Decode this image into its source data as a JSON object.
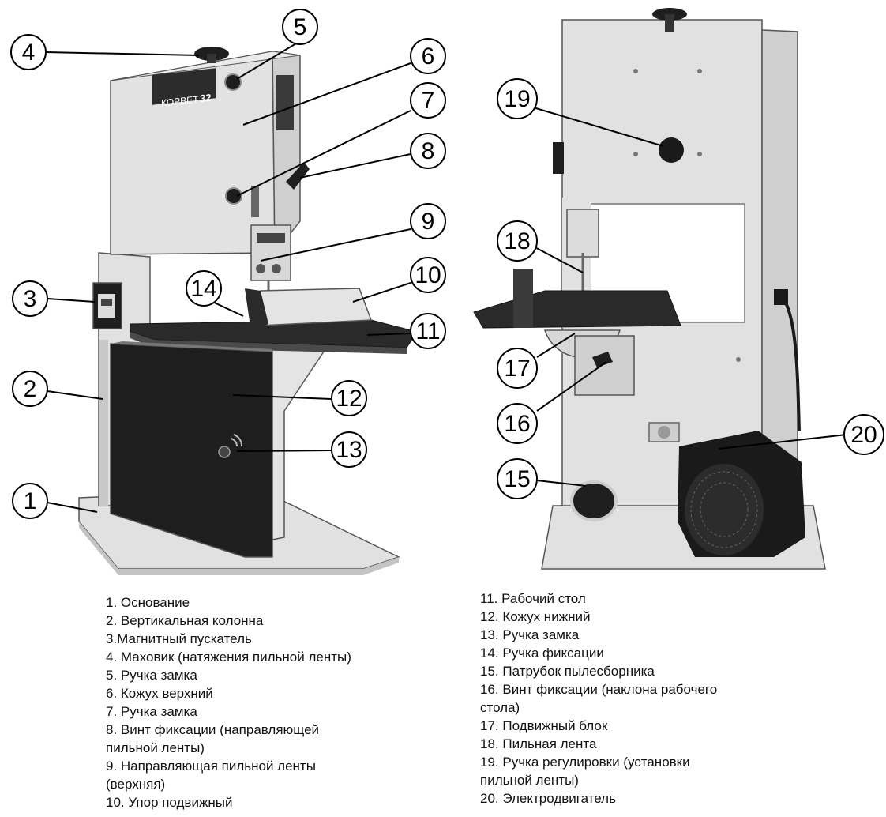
{
  "photo_left": {
    "brand_label": "КОРВЕТ",
    "model_number": "32"
  },
  "callouts_left": [
    "4",
    "5",
    "6",
    "7",
    "8",
    "9",
    "10",
    "11",
    "12",
    "13",
    "14",
    "3",
    "2",
    "1"
  ],
  "callouts_right": [
    "19",
    "18",
    "17",
    "16",
    "15",
    "20"
  ],
  "legend_left": [
    "1. Основание",
    "2. Вертикальная колонна",
    "3.Магнитный пускатель",
    "4. Маховик (натяжения пильной ленты)",
    "5. Ручка замка",
    "6. Кожух верхний",
    "7. Ручка замка",
    "8. Винт фиксации (направляющей",
    "пильной ленты)",
    "9. Направляющая пильной ленты",
    "(верхняя)",
    "10. Упор подвижный"
  ],
  "legend_right": [
    "11. Рабочий стол",
    "12. Кожух нижний",
    "13. Ручка замка",
    "14. Ручка фиксации",
    "15. Патрубок пылесборника",
    "16. Винт фиксации (наклона рабочего",
    "стола)",
    "17. Подвижный блок",
    "18. Пильная лента",
    "19. Ручка регулировки (установки",
    "пильной ленты)",
    "20. Электродвигатель"
  ],
  "colors": {
    "machine_body": "#e1e1e1",
    "machine_shadow": "#c4c4c4",
    "lower_cover": "#1e1e1e",
    "table_top": "#2a2a2a",
    "motor": "#1a1a1a",
    "outline": "#555555"
  }
}
